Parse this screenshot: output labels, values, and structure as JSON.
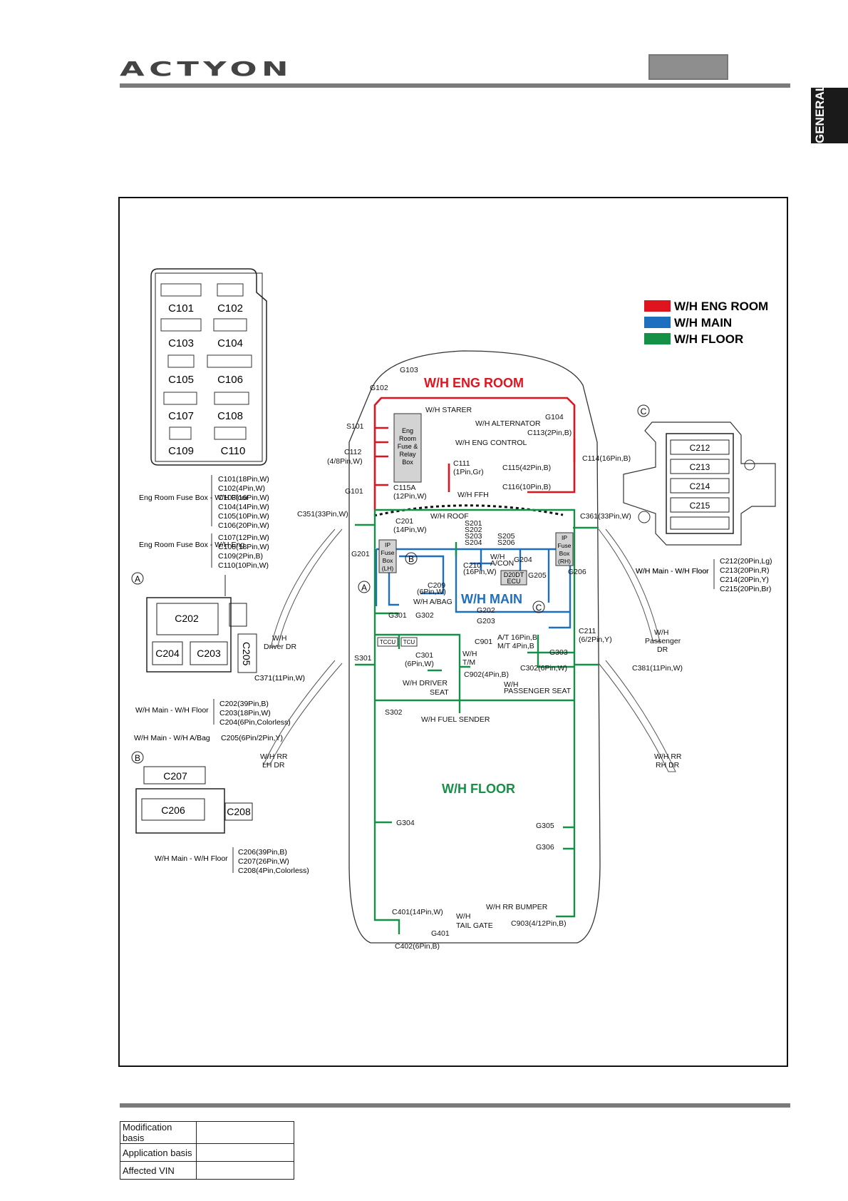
{
  "header": {
    "logo": "ACTYON",
    "side_tab": "GENERAL"
  },
  "legend": [
    {
      "label": "W/H ENG ROOM",
      "color": "#e0141e"
    },
    {
      "label": "W/H MAIN",
      "color": "#1e6fc0"
    },
    {
      "label": "W/H FLOOR",
      "color": "#149146"
    }
  ],
  "section_titles": {
    "eng_room": "W/H ENG ROOM",
    "main": "W/H MAIN",
    "floor": "W/H FLOOR"
  },
  "fuse_box_connectors": [
    "C101",
    "C102",
    "C103",
    "C104",
    "C105",
    "C106",
    "C107",
    "C108",
    "C109",
    "C110"
  ],
  "fuse_groups": [
    {
      "title": "Eng Room Fuse Box - W/H Floor",
      "items": [
        "C101(18Pin,W)",
        "C102(4Pin,W)",
        "C103(16Pin,W)",
        "C104(14Pin,W)",
        "C105(10Pin,W)",
        "C106(20Pin,W)"
      ]
    },
    {
      "title": "Eng Room Fuse Box - W/H Eng",
      "items": [
        "C107(12Pin,W)",
        "C108(18Pin,W)",
        "C109(2Pin,B)",
        "C110(10Pin,W)"
      ]
    }
  ],
  "detail_a": {
    "marker": "A",
    "connectors": [
      "C202",
      "C204",
      "C203",
      "C205"
    ],
    "label1": "C371(11Pin,W)",
    "group_title": "W/H Main - W/H Floor",
    "group_items": [
      "C202(39Pin,B)",
      "C203(18Pin,W)",
      "C204(6Pin,Colorless)"
    ],
    "abag_title": "W/H Main - W/H A/Bag",
    "abag_item": "C205(6Pin/2Pin,Y)"
  },
  "detail_b": {
    "marker": "B",
    "connectors": [
      "C207",
      "C206",
      "C208"
    ],
    "group_title": "W/H Main - W/H Floor",
    "group_items": [
      "C206(39Pin,B)",
      "C207(26Pin,W)",
      "C208(4Pin,Colorless)"
    ]
  },
  "detail_c": {
    "marker": "C",
    "connectors": [
      "C212",
      "C213",
      "C214",
      "C215"
    ],
    "group_title": "W/H Main - W/H Floor",
    "group_items": [
      "C212(20Pin,Lg)",
      "C213(20Pin,R)",
      "C214(20Pin,Y)",
      "C215(20Pin,Br)"
    ]
  },
  "car_labels": [
    "G103",
    "G102",
    "W/H STARER",
    "G104",
    "W/H ALTERNATOR",
    "C113(2Pin,B)",
    "S101",
    "W/H ENG CONTROL",
    "C112",
    "(4/8Pin,W)",
    "C111",
    "(1Pin,Gr)",
    "C115(42Pin,B)",
    "C114(16Pin,B)",
    "G101",
    "C115A",
    "(12Pin,W)",
    "C116(10Pin,B)",
    "W/H FFH",
    "C351(33Pin,W)",
    "C361(33Pin,W)",
    "W/H ROOF",
    "C201",
    "(14Pin,W)",
    "S201",
    "S202",
    "S203",
    "S204",
    "S205",
    "S206",
    "G201",
    "W/H",
    "A/CON",
    "G204",
    "C210",
    "(16Pin,W)",
    "G205",
    "G206",
    "C209",
    "(6Pin,W)",
    "W/H A/BAG",
    "G202",
    "G203",
    "G301",
    "G302",
    "C211",
    "(6/2Pin,Y)",
    "C901",
    "A/T 16Pin,B",
    "M/T 4Pin,B",
    "G303",
    "S301",
    "C301",
    "(6Pin,W)",
    "W/H",
    "T/M",
    "C902(4Pin,B)",
    "C302(6Pin,W)",
    "W/H DRIVER",
    "SEAT",
    "W/H",
    "PASSENGER SEAT",
    "S302",
    "W/H FUEL SENDER",
    "G304",
    "G305",
    "G306",
    "W/H RR BUMPER",
    "C401(14Pin,W)",
    "W/H",
    "TAIL GATE",
    "C903(4/12Pin,B)",
    "G401",
    "C402(6Pin,B)",
    "C381(11Pin,W)",
    "W/H",
    "Driver DR",
    "W/H",
    "Passenger",
    "DR",
    "W/H RR",
    "LH DR",
    "W/H RR",
    "RH DR",
    "W/H Main - W/H Floor"
  ],
  "components": {
    "eng_box": [
      "Eng",
      "Room",
      "Fuse &",
      "Relay",
      "Box"
    ],
    "ip_lh": [
      "IP",
      "Fuse",
      "Box",
      "(LH)"
    ],
    "ip_rh": [
      "IP",
      "Fuse",
      "Box",
      "(RH)"
    ],
    "ecu": [
      "D20DT",
      "ECU"
    ],
    "tccu": "TCCU",
    "tcu": "TCU"
  },
  "markers": [
    "A",
    "B",
    "C"
  ],
  "footer_table": [
    {
      "label": "Modification basis",
      "value": ""
    },
    {
      "label": "Application basis",
      "value": ""
    },
    {
      "label": "Affected VIN",
      "value": ""
    }
  ]
}
